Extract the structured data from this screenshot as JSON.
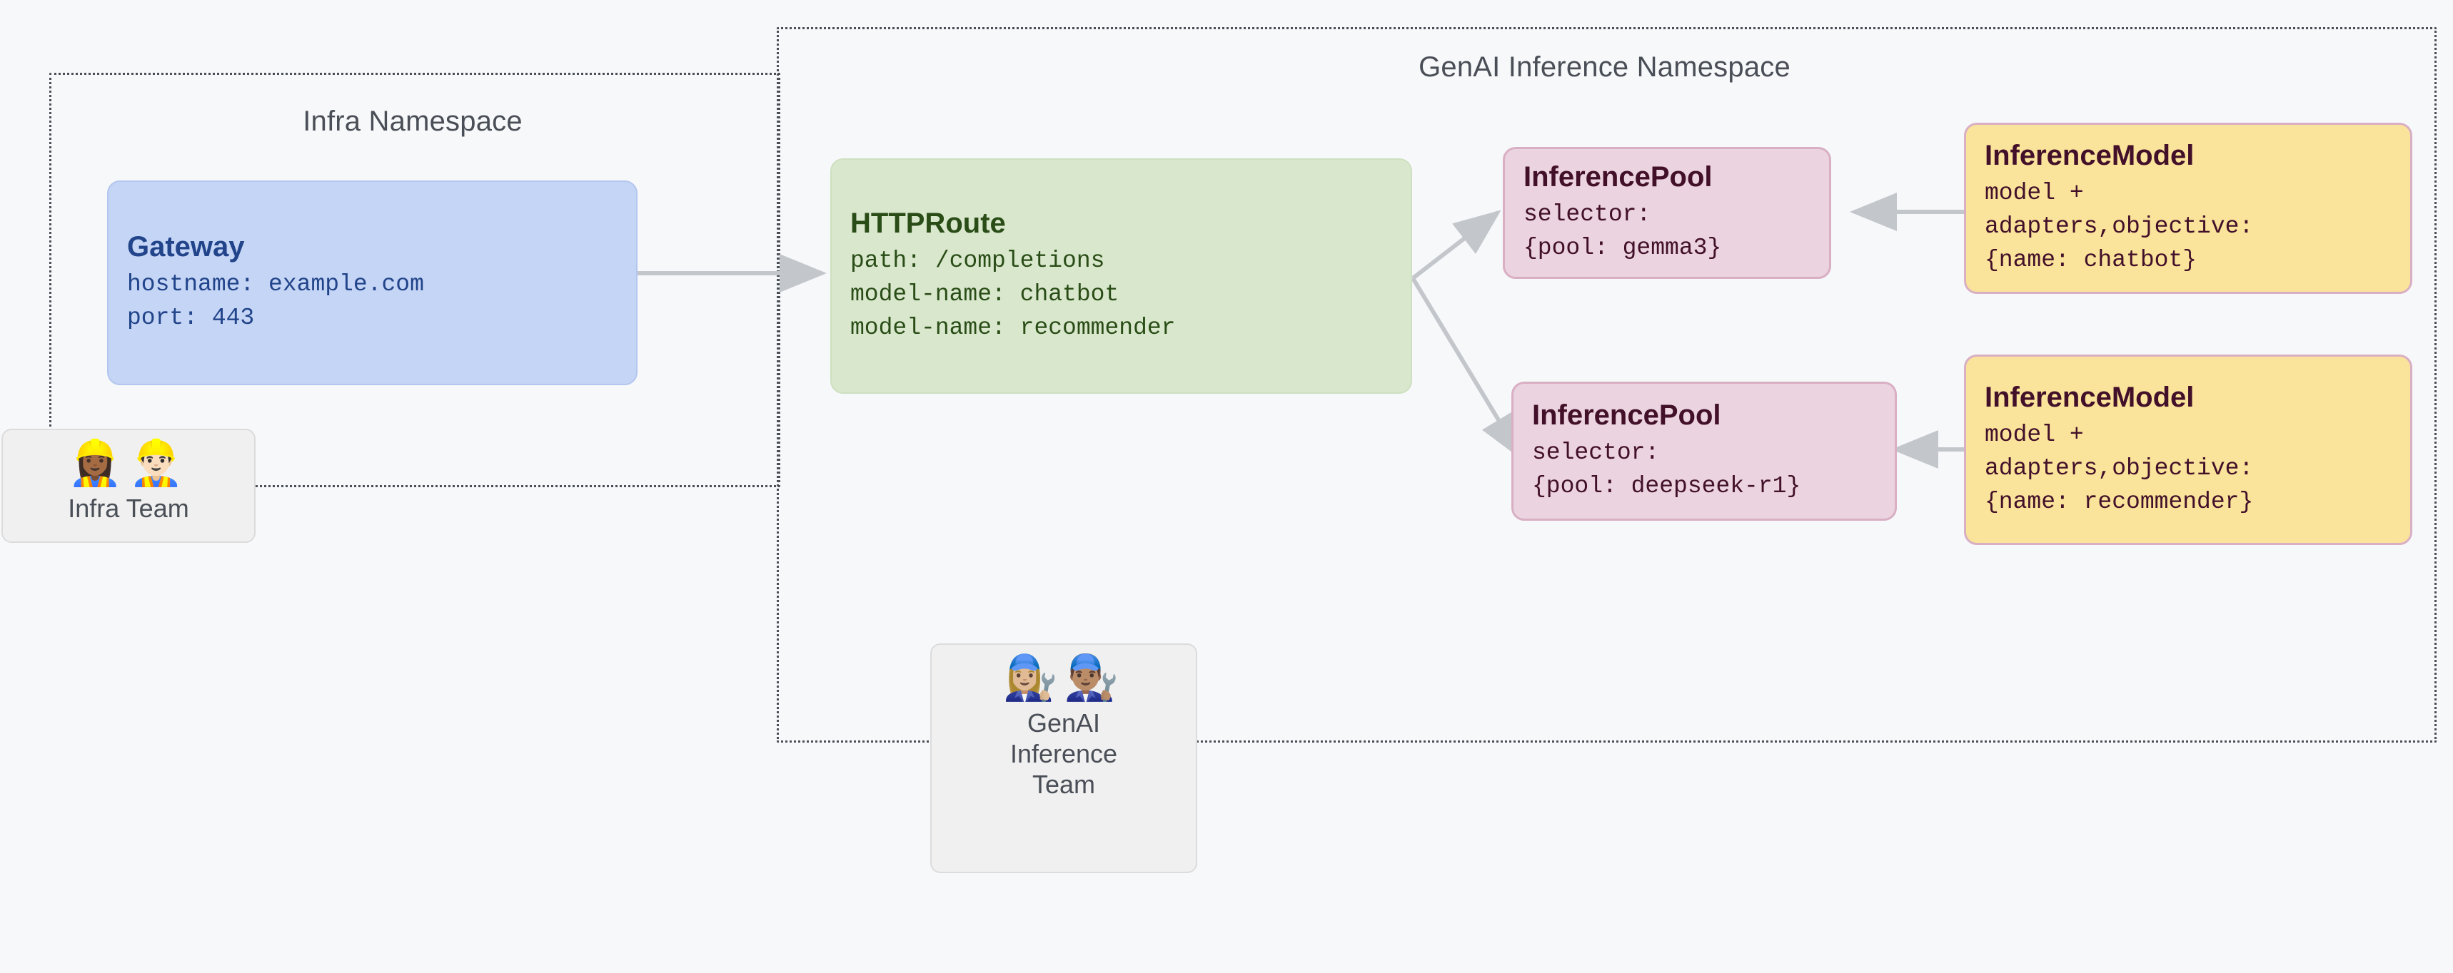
{
  "diagram": {
    "background_color": "#f7f8fa",
    "edge_color": "#c3c7cc",
    "namespaces": [
      {
        "id": "infra",
        "title": "Infra Namespace",
        "border_color": "#4a4f57"
      },
      {
        "id": "genai",
        "title": "GenAI Inference Namespace",
        "border_color": "#4a4f57"
      }
    ],
    "nodes": {
      "gateway": {
        "kind": "Gateway",
        "title": "Gateway",
        "lines": [
          "hostname: example.com",
          "port: 443"
        ],
        "fill": "#c5d5f5",
        "text_color": "#21448a"
      },
      "httproute": {
        "kind": "HTTPRoute",
        "title": "HTTPRoute",
        "lines": [
          "path: /completions",
          "model-name: chatbot",
          "model-name: recommender"
        ],
        "fill": "#d9e8cd",
        "text_color": "#2a4d17"
      },
      "pool_gemma3": {
        "kind": "InferencePool",
        "title": "InferencePool",
        "lines": [
          "selector:",
          "{pool: gemma3}"
        ],
        "fill": "#ebd3df",
        "text_color": "#421029"
      },
      "pool_deepseek": {
        "kind": "InferencePool",
        "title": "InferencePool",
        "lines": [
          "selector:",
          "{pool: deepseek-r1}"
        ],
        "fill": "#ebd3df",
        "text_color": "#421029"
      },
      "model_chatbot": {
        "kind": "InferenceModel",
        "title": "InferenceModel",
        "lines": [
          "model +",
          "adapters,objective:",
          "{name: chatbot}"
        ],
        "fill": "#fae39b",
        "text_color": "#421029"
      },
      "model_recommender": {
        "kind": "InferenceModel",
        "title": "InferenceModel",
        "lines": [
          "model +",
          "adapters,objective:",
          "{name: recommender}"
        ],
        "fill": "#fae39b",
        "text_color": "#421029"
      }
    },
    "teams": [
      {
        "id": "infra-team",
        "label": "Infra Team",
        "emoji": "👷🏾‍♀️👷🏻‍♂️",
        "emoji_names": [
          "woman-construction-worker-icon",
          "man-construction-worker-icon"
        ]
      },
      {
        "id": "genai-team",
        "label": "GenAI\nInference\nTeam",
        "emoji": "👩🏼‍🔧👨🏽‍🔧",
        "emoji_names": [
          "woman-mechanic-icon",
          "man-mechanic-icon"
        ]
      }
    ],
    "edges": [
      {
        "from": "gateway",
        "to": "httproute",
        "direction": "right"
      },
      {
        "from": "httproute",
        "to": "pool_gemma3",
        "direction": "up-right"
      },
      {
        "from": "httproute",
        "to": "pool_deepseek",
        "direction": "down-right"
      },
      {
        "from": "model_chatbot",
        "to": "pool_gemma3",
        "direction": "left"
      },
      {
        "from": "model_recommender",
        "to": "pool_deepseek",
        "direction": "left"
      }
    ]
  }
}
